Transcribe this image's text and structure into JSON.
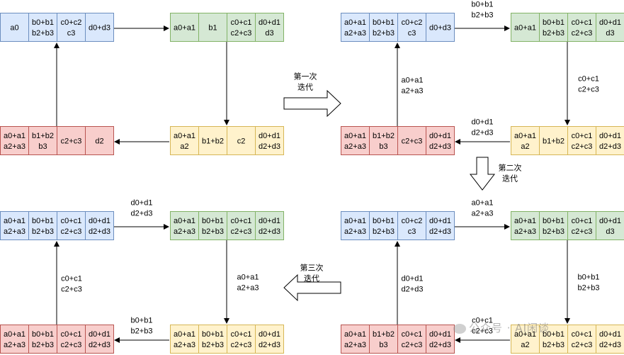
{
  "colors": {
    "blue": {
      "fill": "#dae8fc",
      "stroke": "#6c8ebf"
    },
    "green": {
      "fill": "#d5e8d4",
      "stroke": "#82b366"
    },
    "red": {
      "fill": "#f8cecc",
      "stroke": "#b85450"
    },
    "yellow": {
      "fill": "#fff2cc",
      "stroke": "#d6b656"
    }
  },
  "watermark": "公众号 · AI闲谈",
  "panels": [
    {
      "name": "panel-initial",
      "rows": {
        "blue": [
          [
            "a0"
          ],
          [
            "b0+b1",
            "b2+b3"
          ],
          [
            "c0+c2",
            "c3"
          ],
          [
            "d0+d3"
          ]
        ],
        "green": [
          [
            "a0+a1"
          ],
          [
            "b1"
          ],
          [
            "c0+c1",
            "c2+c3"
          ],
          [
            "d0+d1",
            "d3"
          ]
        ],
        "red": [
          [
            "a0+a1",
            "a2+a3"
          ],
          [
            "b1+b2",
            "b3"
          ],
          [
            "c2+c3"
          ],
          [
            "d2"
          ]
        ],
        "yellow": [
          [
            "a0+a1",
            "a2"
          ],
          [
            "b1+b2"
          ],
          [
            "c2"
          ],
          [
            "d0+d1",
            "d2+d3"
          ]
        ]
      },
      "labels": {}
    },
    {
      "name": "panel-iteration-1",
      "rows": {
        "blue": [
          [
            "a0+a1",
            "a2+a3"
          ],
          [
            "b0+b1",
            "b2+b3"
          ],
          [
            "c0+c2",
            "c3"
          ],
          [
            "d0+d3"
          ]
        ],
        "green": [
          [
            "a0+a1"
          ],
          [
            "b0+b1",
            "b2+b3"
          ],
          [
            "c0+c1",
            "c2+c3"
          ],
          [
            "d0+d1",
            "d3"
          ]
        ],
        "red": [
          [
            "a0+a1",
            "a2+a3"
          ],
          [
            "b1+b2",
            "b3"
          ],
          [
            "c2+c3"
          ],
          [
            "d0+d1",
            "d2+d3"
          ]
        ],
        "yellow": [
          [
            "a0+a1",
            "a2"
          ],
          [
            "b1+b2"
          ],
          [
            "c0+c1",
            "c2+c3"
          ],
          [
            "d0+d1",
            "d2+d3"
          ]
        ]
      },
      "labels": {
        "top": [
          "b0+b1",
          "b2+b3"
        ],
        "right": [
          "c0+c1",
          "c2+c3"
        ],
        "bottom": [
          "d0+d1",
          "d2+d3"
        ],
        "left": [
          "a0+a1",
          "a2+a3"
        ]
      }
    },
    {
      "name": "panel-iteration-2",
      "rows": {
        "blue": [
          [
            "a0+a1",
            "a2+a3"
          ],
          [
            "b0+b1",
            "b2+b3"
          ],
          [
            "c0+c2",
            "c3"
          ],
          [
            "d0+d1",
            "d2+d3"
          ]
        ],
        "green": [
          [
            "a0+a1",
            "a2+a3"
          ],
          [
            "b0+b1",
            "b2+b3"
          ],
          [
            "c0+c1",
            "c2+c3"
          ],
          [
            "d0+d1",
            "d3"
          ]
        ],
        "red": [
          [
            "a0+a1",
            "a2+a3"
          ],
          [
            "b1+b2",
            "b3"
          ],
          [
            "c0+c1",
            "c2+c3"
          ],
          [
            "d0+d1",
            "d2+d3"
          ]
        ],
        "yellow": [
          [
            "a0+a1",
            "a2"
          ],
          [
            "b0+b1",
            "b2+b3"
          ],
          [
            "c0+c1",
            "c2+c3"
          ],
          [
            "d0+d1",
            "d2+d3"
          ]
        ]
      },
      "labels": {
        "top": [
          "a0+a1",
          "a2+a3"
        ],
        "right": [
          "b0+b1",
          "b2+b3"
        ],
        "bottom": [
          "c0+c1",
          "c2+c3"
        ],
        "left": [
          "d0+d1",
          "d2+d3"
        ]
      }
    },
    {
      "name": "panel-iteration-3",
      "rows": {
        "blue": [
          [
            "a0+a1",
            "a2+a3"
          ],
          [
            "b0+b1",
            "b2+b3"
          ],
          [
            "c0+c1",
            "c2+c3"
          ],
          [
            "d0+d1",
            "d2+d3"
          ]
        ],
        "green": [
          [
            "a0+a1",
            "a2+a3"
          ],
          [
            "b0+b1",
            "b2+b3"
          ],
          [
            "c0+c1",
            "c2+c3"
          ],
          [
            "d0+d1",
            "d2+d3"
          ]
        ],
        "red": [
          [
            "a0+a1",
            "a2+a3"
          ],
          [
            "b0+b1",
            "b2+b3"
          ],
          [
            "c0+c1",
            "c2+c3"
          ],
          [
            "d0+d1",
            "d2+d3"
          ]
        ],
        "yellow": [
          [
            "a0+a1",
            "a2+a3"
          ],
          [
            "b0+b1",
            "b2+b3"
          ],
          [
            "c0+c1",
            "c2+c3"
          ],
          [
            "d0+d1",
            "d2+d3"
          ]
        ]
      },
      "labels": {
        "top": [
          "d0+d1",
          "d2+d3"
        ],
        "right": [
          "a0+a1",
          "a2+a3"
        ],
        "bottom": [
          "b0+b1",
          "b2+b3"
        ],
        "left": [
          "c0+c1",
          "c2+c3"
        ]
      }
    }
  ],
  "transitions": [
    {
      "name": "transition-iteration-1",
      "lines": [
        "第一次",
        "迭代"
      ],
      "direction": "right"
    },
    {
      "name": "transition-iteration-2",
      "lines": [
        "第二次",
        "迭代"
      ],
      "direction": "down"
    },
    {
      "name": "transition-iteration-3",
      "lines": [
        "第三次",
        "迭代"
      ],
      "direction": "left"
    }
  ]
}
